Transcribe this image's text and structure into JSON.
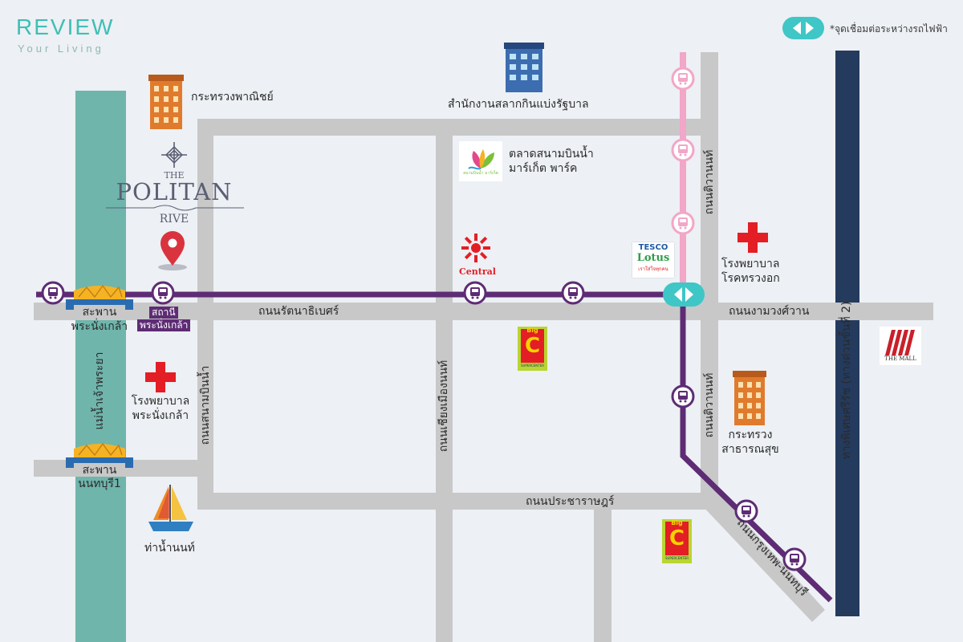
{
  "brand": {
    "title": "REVIEW",
    "subtitle": "Your Living"
  },
  "legend": {
    "text": "*จุดเชื่อมต่อระหว่างรถไฟฟ้า"
  },
  "project": {
    "line1": "THE",
    "line2": "POLITAN",
    "line3": "RIVE"
  },
  "river": {
    "label": "แม่น้ำเจ้าพระยา"
  },
  "roads": {
    "rattanathibet": "ถนนรัตนาธิเบศร์",
    "ngamwongwan": "ถนนงามวงศ์วาน",
    "pracharat": "ถนนประชาราษฎร์",
    "tiwanon_north": "ถนนติวานนท์",
    "tiwanon_south": "ถนนติวานนท์",
    "sanambinnam": "ถนนสนามบินน้ำ",
    "chiangmuen": "ถนนเชียงเมืองนนท์",
    "krungthep_nonthaburi": "ถนนกรุงเทพ-นนทบุรี",
    "expressway": "ทางพิเศษศรีรัช (ทางด่วนขั้นที่ 2)"
  },
  "bridges": {
    "phra_nang_klao_line1": "สะพาน",
    "phra_nang_klao_line2": "พระนั่งเกล้า",
    "nonthaburi1_line1": "สะพาน",
    "nonthaburi1_line2": "นนทบุรี1"
  },
  "station": {
    "line1": "สถานี",
    "line2": "พระนั่งเกล้า"
  },
  "places": {
    "commerce_ministry": "กระทรวงพาณิชย์",
    "lottery_office": "สำนักงานสลากกินแบ่งรัฐบาล",
    "market_line1": "ตลาดสนามบินน้ำ",
    "market_line2": "มาร์เก็ต พาร์ค",
    "chest_hospital_line1": "โรงพยาบาล",
    "chest_hospital_line2": "โรคทรวงอก",
    "pnk_hospital_line1": "โรงพยาบาล",
    "pnk_hospital_line2": "พระนั่งเกล้า",
    "health_ministry_line1": "กระทรวง",
    "health_ministry_line2": "สาธารณสุข",
    "pier": "ท่าน้ำนนท์"
  },
  "logos": {
    "central": "Central",
    "tesco_line1": "TESCO",
    "tesco_line2": "Lotus",
    "tesco_line3": "เราใส่ใจทุกคน",
    "bigc_top": "Big",
    "bigc_letter": "C",
    "bigc_bottom": "SUPERCENTER",
    "themall": "THE MALL",
    "market_small": "สนามบินน้ำ มาร์เก็ต"
  },
  "colors": {
    "background": "#edf0f4",
    "road": "#c8c8c8",
    "river": "#6fb5ac",
    "purple_line": "#5d2c74",
    "pink_line": "#f2a6c8",
    "expressway": "#243b5e",
    "interchange": "#3fc6c6",
    "brand": "#3fbfb4",
    "hospital": "#e31e24"
  }
}
